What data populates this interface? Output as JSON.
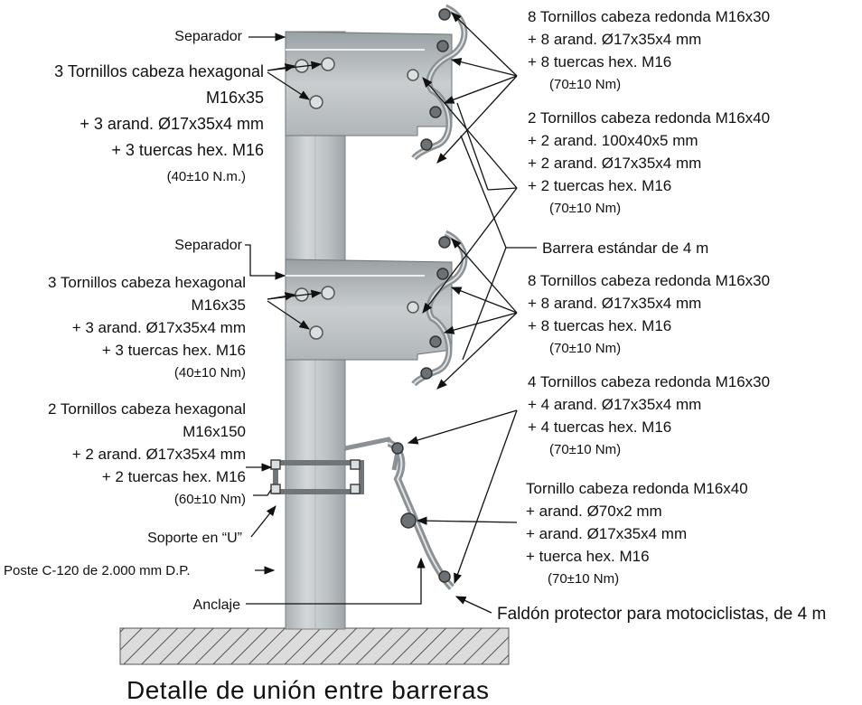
{
  "caption": "Detalle de unión entre barreras",
  "colors": {
    "steel": "#b9bfc2",
    "steel_dark": "#7d8488",
    "steel_light": "#e3e6e8",
    "ground_hatch": "#555555",
    "ground_fill": "#d4d4d4"
  },
  "left_labels": {
    "separador_1": "Separador",
    "group_1": [
      "3 Tornillos cabeza hexagonal",
      "M16x35",
      "+ 3 arand. Ø17x35x4 mm",
      "+ 3 tuercas hex. M16",
      "(40±10 N.m.)"
    ],
    "separador_2": "Separador",
    "group_2": [
      "3 Tornillos cabeza hexagonal",
      "M16x35",
      "+ 3 arand. Ø17x35x4 mm",
      "+ 3 tuercas hex. M16",
      "(40±10 Nm)"
    ],
    "group_3": [
      "2 Tornillos cabeza hexagonal",
      "M16x150",
      "+ 2 arand. Ø17x35x4 mm",
      "+ 2 tuercas hex. M16",
      "(60±10 Nm)"
    ],
    "soporte": "Soporte en “U”",
    "poste": "Poste C-120 de 2.000 mm D.P.",
    "anclaje": "Anclaje"
  },
  "right_labels": {
    "group_1": [
      "8 Tornillos cabeza redonda M16x30",
      "+ 8 arand. Ø17x35x4 mm",
      "+ 8 tuercas hex. M16",
      "(70±10 Nm)"
    ],
    "group_2": [
      "2 Tornillos cabeza redonda M16x40",
      "+ 2 arand. 100x40x5 mm",
      "+ 2 arand. Ø17x35x4 mm",
      "+ 2 tuercas hex. M16",
      "(70±10 Nm)"
    ],
    "barrera": "Barrera estándar de 4 m",
    "group_3": [
      "8 Tornillos cabeza redonda M16x30",
      "+ 8 arand. Ø17x35x4 mm",
      "+ 8 tuercas hex. M16",
      "(70±10 Nm)"
    ],
    "group_4": [
      "4 Tornillos cabeza redonda M16x30",
      "+ 4 arand. Ø17x35x4 mm",
      "+ 4 tuercas hex. M16",
      "(70±10 Nm)"
    ],
    "group_5": [
      "Tornillo cabeza redonda M16x40",
      "+ arand. Ø70x2 mm",
      "+ arand. Ø17x35x4 mm",
      "+ tuerca hex. M16",
      "(70±10 Nm)"
    ],
    "faldon": "Faldón protector para motociclistas, de 4 m"
  }
}
